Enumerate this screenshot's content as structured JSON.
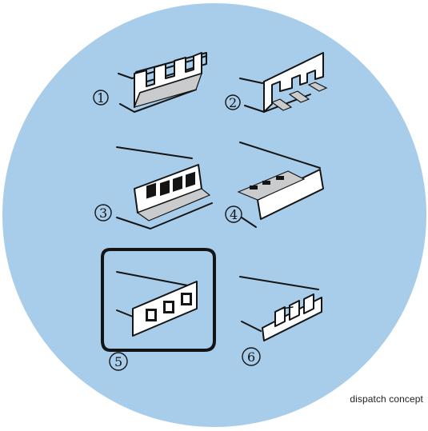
{
  "caption": "dispatch concept",
  "background_color": "#a8cdeb",
  "line_color": "#141414",
  "labels": [
    "1",
    "2",
    "3",
    "4",
    "5",
    "6"
  ]
}
